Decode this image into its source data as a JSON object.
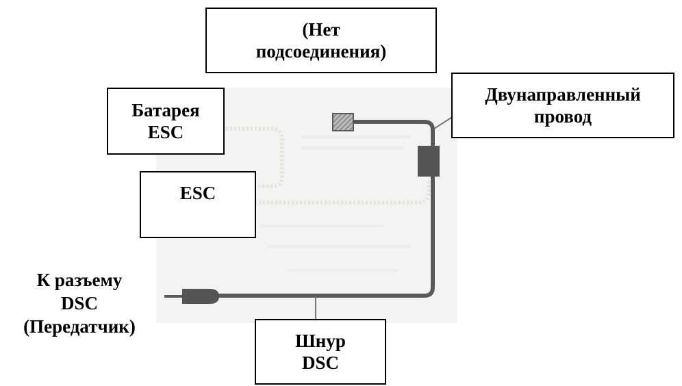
{
  "colors": {
    "cable": "#5a5a5a",
    "connector": "#555555",
    "hatched_plug": "#9a9a9a",
    "faint_wire": "#e8e6e2",
    "photo_background": "#f4f3f1",
    "box_border": "#000000"
  },
  "labels": {
    "no_connection": [
      "(Нет",
      "подсоединения)"
    ],
    "bidirectional_wire": [
      "Двунаправленный",
      "провод"
    ],
    "battery_esc": [
      "Батарея",
      "ESC"
    ],
    "esc": [
      "ESC"
    ],
    "to_dsc_connector": [
      "К разъему",
      "DSC",
      "(Передатчик)"
    ],
    "dsc_cord": [
      "Шнур",
      "DSC"
    ]
  }
}
